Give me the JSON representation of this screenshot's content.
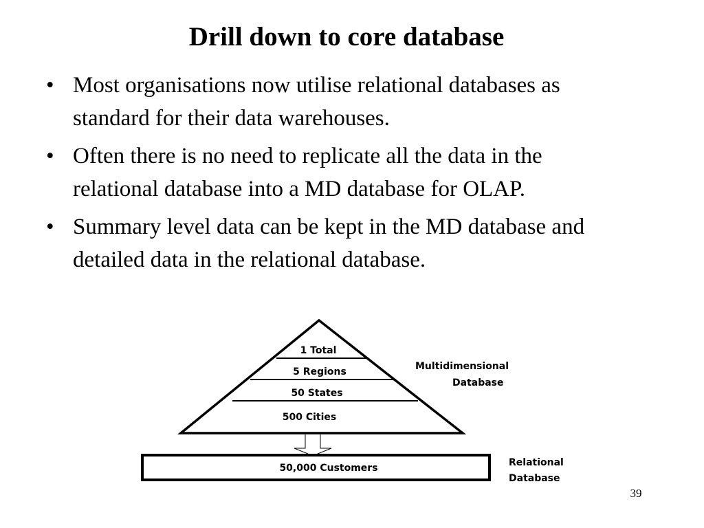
{
  "slide": {
    "title": "Drill down to core database",
    "bullets": [
      "Most organisations now utilise relational databases as standard for their data warehouses.",
      "Often there is no need to replicate all the data in the relational database into a MD database for OLAP.",
      "Summary level data can be kept in the MD database and detailed data in the relational database."
    ],
    "bullet_symbol": "•",
    "page_number": "39"
  },
  "diagram": {
    "pyramid_levels": [
      "1 Total",
      "5 Regions",
      "50 States",
      "500 Cities"
    ],
    "base_box": "50,000 Customers",
    "md_label_line1": "Multidimensional",
    "md_label_line2": "Database",
    "rel_label_line1": "Relational",
    "rel_label_line2": "Database"
  }
}
